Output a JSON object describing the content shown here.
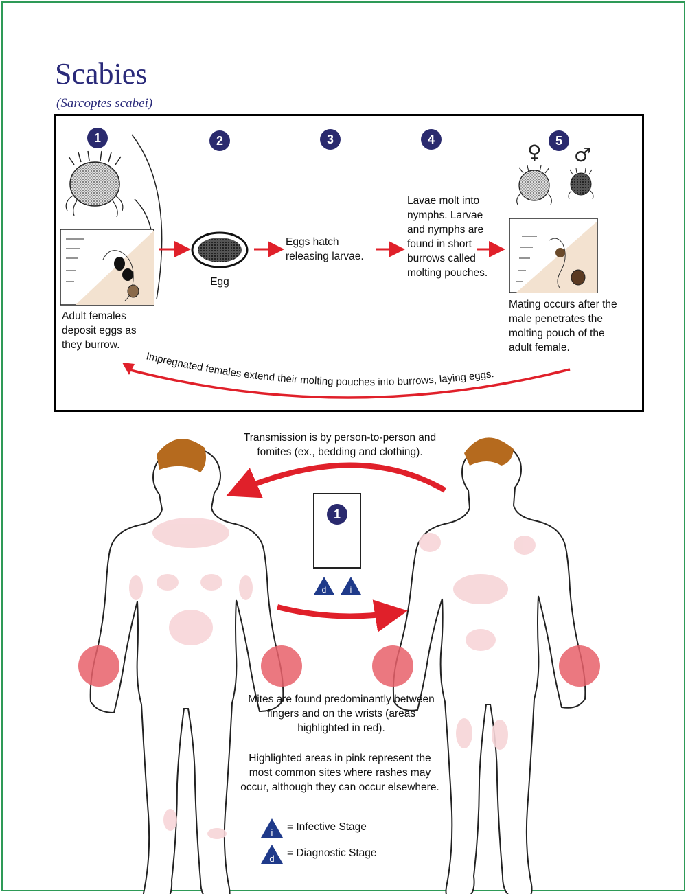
{
  "page": {
    "title": "Scabies",
    "subtitle": "(Sarcoptes scabei)"
  },
  "stages": [
    {
      "number": "1",
      "text": "Adult females deposit eggs as they burrow."
    },
    {
      "number": "2",
      "text": "Egg"
    },
    {
      "number": "3",
      "text": "Eggs hatch releasing larvae."
    },
    {
      "number": "4",
      "text": "Lavae molt into nymphs. Larvae and nymphs are found in short burrows called molting pouches."
    },
    {
      "number": "5",
      "text": "Mating occurs after the male penetrates the molting pouch of the adult female."
    }
  ],
  "symbols": {
    "female": "♀",
    "male": "♂"
  },
  "cycle_return_text": "Impregnated females extend their molting pouches into burrows, laying eggs.",
  "transmission_text": "Transmission is by person-to-person and fomites (ex., bedding and clothing).",
  "center_stage_number": "1",
  "stage_markers": {
    "diagnostic": "d",
    "infective": "i"
  },
  "notes": {
    "mites": "Mites are found predominantly between fingers and on the wrists (areas highlighted in red).",
    "rashes": "Highlighted areas in pink represent the most common sites where rashes may occur, although they can occur elsewhere."
  },
  "legend": [
    {
      "marker": "i",
      "label": "= Infective Stage"
    },
    {
      "marker": "d",
      "label": "= Diagnostic Stage"
    }
  ],
  "colors": {
    "title": "#2a2a7a",
    "stage_number": "#2a2a6e",
    "arrow_red": "#e0202a",
    "skin": "#f3e2d0",
    "hair": "#b56a1e",
    "rash_pink": "#f7d5d8",
    "hand_red": "#e8606a",
    "triangle": "#1f3a8a",
    "frame_green": "#2e9a57"
  }
}
